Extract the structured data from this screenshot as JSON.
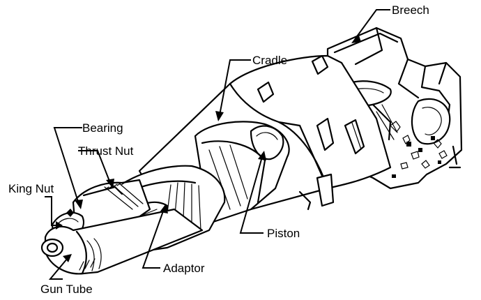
{
  "diagram": {
    "labels": {
      "breech": "Breech",
      "cradle": "Cradle",
      "bearing": "Bearing",
      "thrust_nut": "Thrust Nut",
      "king_nut": "King Nut",
      "piston": "Piston",
      "adaptor": "Adaptor",
      "gun_tube": "Gun Tube"
    }
  }
}
